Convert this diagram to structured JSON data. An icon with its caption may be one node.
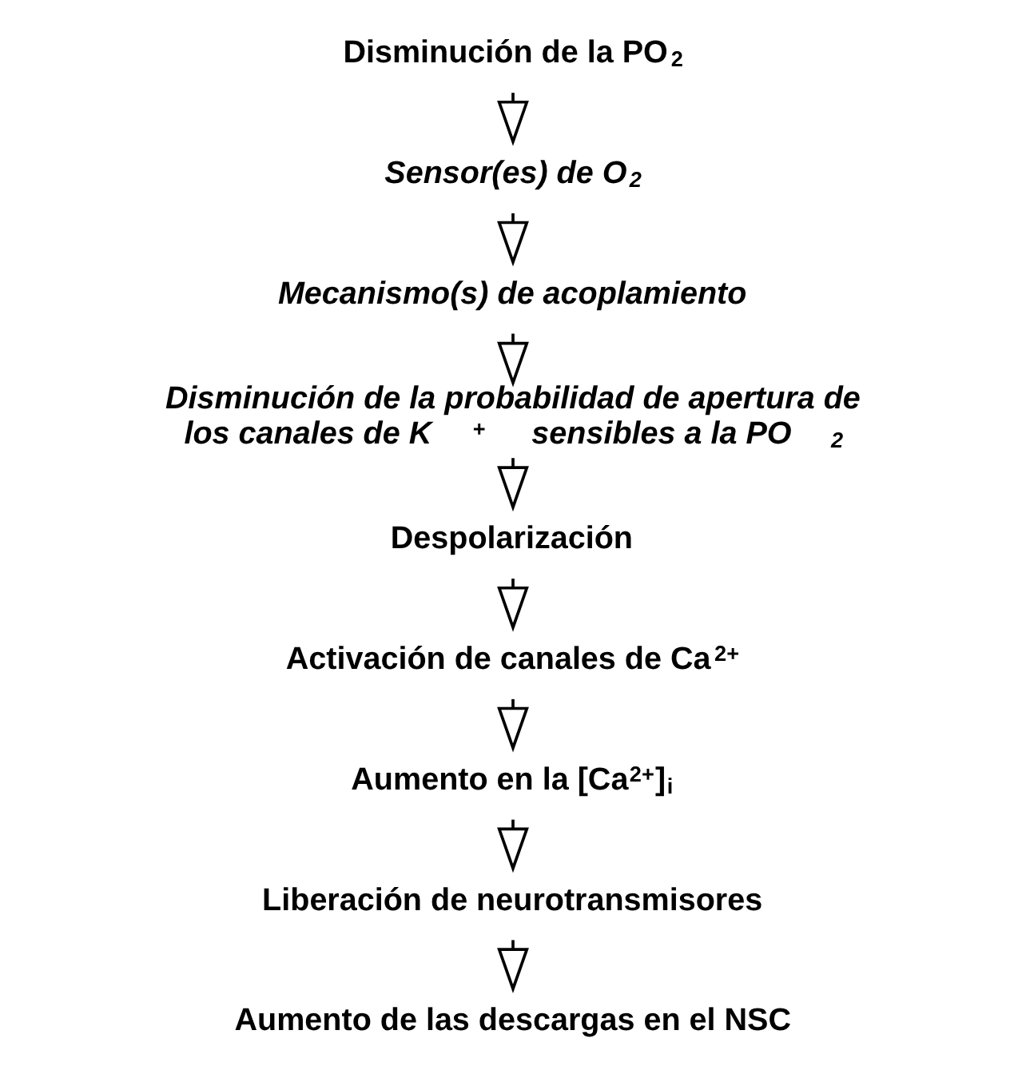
{
  "diagram": {
    "nodes": [
      {
        "text": [
          "Disminución de la PO$_{2}$"
        ]
      },
      {
        "text": [
          "Sensor(es) de O$_{2}$"
        ]
      },
      {
        "text": [
          "Mecanismo(s) de acoplamiento"
        ]
      },
      {
        "text": [
          "Disminución de la probabilidad de apertura de los canales de K$^{+}$ sensibles a la PO$_{2}$"
        ]
      },
      {
        "text": [
          "Despolarización"
        ]
      },
      {
        "text": [
          "Activación de canales de Ca$^{2+}$"
        ]
      },
      {
        "text": [
          "Aumento en la [Ca$^{2+}$]$_{i}$"
        ]
      },
      {
        "text": [
          "Liberación de neurotransmisores"
        ]
      },
      {
        "text": [
          "Aumento de las descargas en el NSC"
        ]
      }
    ],
    "edges": [
      {
        "from": 0,
        "to": 1,
        "arrow": "to"
      },
      {
        "from": 1,
        "to": 2,
        "arrow": "to"
      },
      {
        "from": 2,
        "to": 3,
        "arrow": "to"
      },
      {
        "from": 3,
        "to": 4,
        "arrow": "to"
      },
      {
        "from": 4,
        "to": 5,
        "arrow": "to"
      },
      {
        "from": 5,
        "to": 6,
        "arrow": "to"
      },
      {
        "from": 6,
        "to": 7,
        "arrow": "to"
      },
      {
        "from": 7,
        "to": 8,
        "arrow": "to"
      }
    ]
  }
}
